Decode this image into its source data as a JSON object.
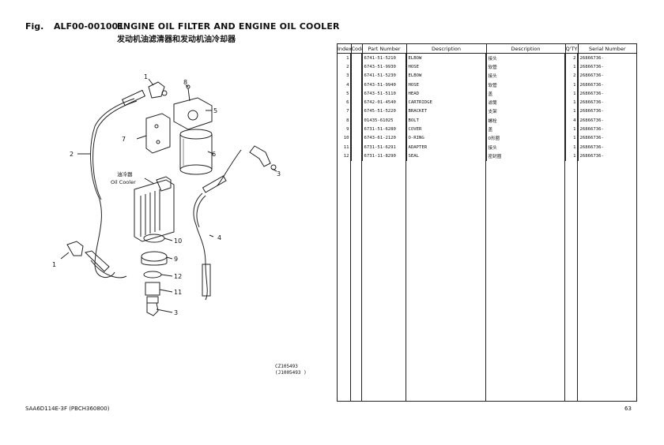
{
  "header": {
    "fig_label": "Fig.",
    "fig_code": "ALF00-001001",
    "title": "ENGINE OIL FILTER AND ENGINE OIL COOLER",
    "title_cn": "发动机油滤清器和发动机油冷却器"
  },
  "diagram": {
    "oil_cooler_cn": "油冷器",
    "oil_cooler_en": "Oil Cooler",
    "callouts": [
      "1",
      "8",
      "5",
      "7",
      "6",
      "2",
      "3",
      "4",
      "10",
      "9",
      "12",
      "11",
      "1",
      "3"
    ],
    "figure_no_1": "CZ105493",
    "figure_no_2": "(J1005493 )"
  },
  "table": {
    "headers": [
      "Index",
      "Code",
      "Part Number",
      "Description",
      "Description",
      "Q'TY",
      "Serial Number"
    ],
    "rows": [
      {
        "index": "1",
        "code": "",
        "part": "6741-51-5210",
        "desc_en": "ELBOW",
        "desc_cn": "接头",
        "qty": "2",
        "serial": "26866736-"
      },
      {
        "index": "2",
        "code": "",
        "part": "6743-51-9930",
        "desc_en": "HOSE",
        "desc_cn": "软管",
        "qty": "1",
        "serial": "26866736-"
      },
      {
        "index": "3",
        "code": "",
        "part": "6741-51-5230",
        "desc_en": "ELBOW",
        "desc_cn": "接头",
        "qty": "2",
        "serial": "26866736-"
      },
      {
        "index": "4",
        "code": "",
        "part": "6743-51-9940",
        "desc_en": "HOSE",
        "desc_cn": "软管",
        "qty": "1",
        "serial": "26866736-"
      },
      {
        "index": "5",
        "code": "",
        "part": "6743-51-5110",
        "desc_en": "HEAD",
        "desc_cn": "盖",
        "qty": "1",
        "serial": "26866736-"
      },
      {
        "index": "6",
        "code": "",
        "part": "6742-01-4540",
        "desc_en": "CARTRIDGE",
        "desc_cn": "滤筒",
        "qty": "1",
        "serial": "26866736-"
      },
      {
        "index": "7",
        "code": "",
        "part": "6745-51-5220",
        "desc_en": "BRACKET",
        "desc_cn": "支架",
        "qty": "1",
        "serial": "26866736-"
      },
      {
        "index": "8",
        "code": "",
        "part": "01435-61025",
        "desc_en": "BOLT",
        "desc_cn": "螺栓",
        "qty": "4",
        "serial": "26866736-"
      },
      {
        "index": "9",
        "code": "",
        "part": "6731-51-6280",
        "desc_en": "COVER",
        "desc_cn": "盖",
        "qty": "1",
        "serial": "26866736-"
      },
      {
        "index": "10",
        "code": "",
        "part": "6743-61-2120",
        "desc_en": "O-RING",
        "desc_cn": "O形圈",
        "qty": "1",
        "serial": "26866736-"
      },
      {
        "index": "11",
        "code": "",
        "part": "6731-51-6291",
        "desc_en": "ADAPTER",
        "desc_cn": "接头",
        "qty": "1",
        "serial": "26866736-"
      },
      {
        "index": "12",
        "code": "",
        "part": "6731-11-8290",
        "desc_en": "SEAL",
        "desc_cn": "密封圈",
        "qty": "1",
        "serial": "26866736-"
      }
    ]
  },
  "footer": {
    "model": "SAA6D114E-3F  (PBCH360800)",
    "page": "63"
  }
}
